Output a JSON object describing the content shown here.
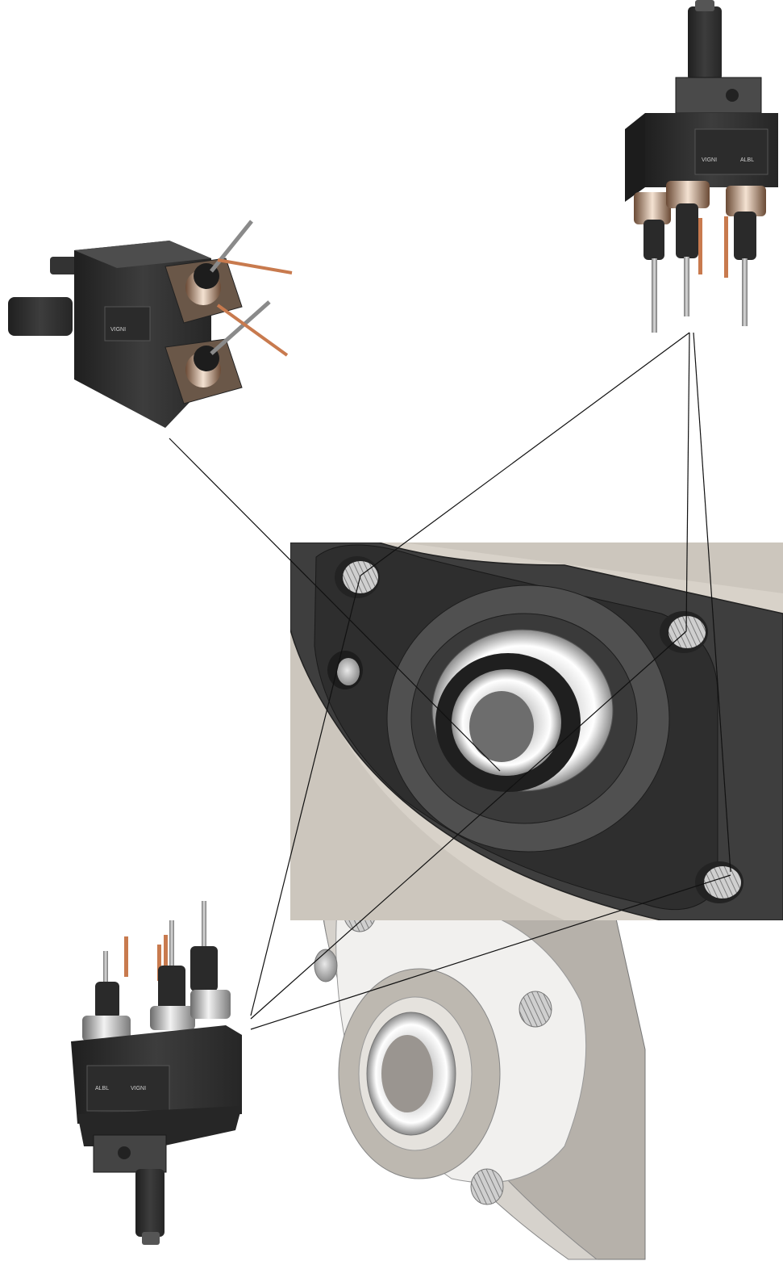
{
  "colors": {
    "background": "#ffffff",
    "tool_body": "#3a3a3a",
    "tool_dark": "#222222",
    "copper": "#c87a4e",
    "steel": "#b9b9b9",
    "part_dark": "#4b4b4b",
    "part_light": "#c9c4bc",
    "leader_line": "#111111"
  },
  "tools": {
    "top_right": {
      "label_left": "VIGNI",
      "label_right": "ALBL"
    },
    "left": {
      "label": "VIGNI"
    },
    "bottom_left": {
      "label_left": "ALBL",
      "label_right": "VIGNI"
    }
  },
  "icons": [
    "angled-double-spindle-head-icon",
    "triple-spindle-head-icon",
    "inverted-triple-spindle-head-icon",
    "flange-closeup-icon",
    "flange-part-icon"
  ]
}
